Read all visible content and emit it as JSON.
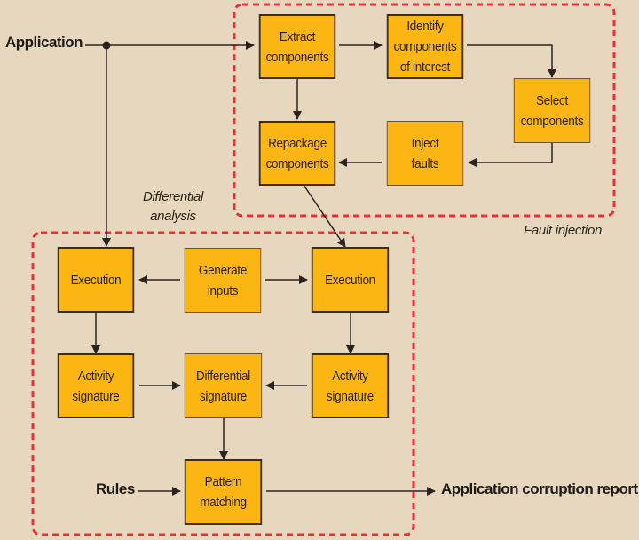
{
  "diagram": {
    "inputs": {
      "application": "Application",
      "rules": "Rules"
    },
    "output": "Application corruption report",
    "groups": {
      "fault_injection": "Fault injection",
      "differential_analysis": "Differential\nanalysis"
    },
    "nodes": {
      "extract": "Extract\ncomponents",
      "identify": "Identify\ncomponents\nof interest",
      "select": "Select\ncomponents",
      "inject": "Inject\nfaults",
      "repackage": "Repackage\ncomponents",
      "exec_left": "Execution",
      "generate": "Generate\ninputs",
      "exec_right": "Execution",
      "activity_left": "Activity\nsignature",
      "differential": "Differential\nsignature",
      "activity_right": "Activity\nsignature",
      "pattern": "Pattern\nmatching"
    },
    "edges": [
      [
        "application",
        "extract"
      ],
      [
        "application",
        "exec_left"
      ],
      [
        "extract",
        "identify"
      ],
      [
        "identify",
        "select"
      ],
      [
        "select",
        "inject"
      ],
      [
        "inject",
        "repackage"
      ],
      [
        "extract",
        "repackage"
      ],
      [
        "repackage",
        "exec_right"
      ],
      [
        "generate",
        "exec_left"
      ],
      [
        "generate",
        "exec_right"
      ],
      [
        "exec_left",
        "activity_left"
      ],
      [
        "exec_right",
        "activity_right"
      ],
      [
        "activity_left",
        "differential"
      ],
      [
        "activity_right",
        "differential"
      ],
      [
        "differential",
        "pattern"
      ],
      [
        "rules",
        "pattern"
      ],
      [
        "pattern",
        "output"
      ]
    ],
    "colors": {
      "background": "#e8d7bf",
      "box_fill": "#fbb613",
      "group_border": "#e8303a",
      "line": "#2a2420"
    }
  }
}
